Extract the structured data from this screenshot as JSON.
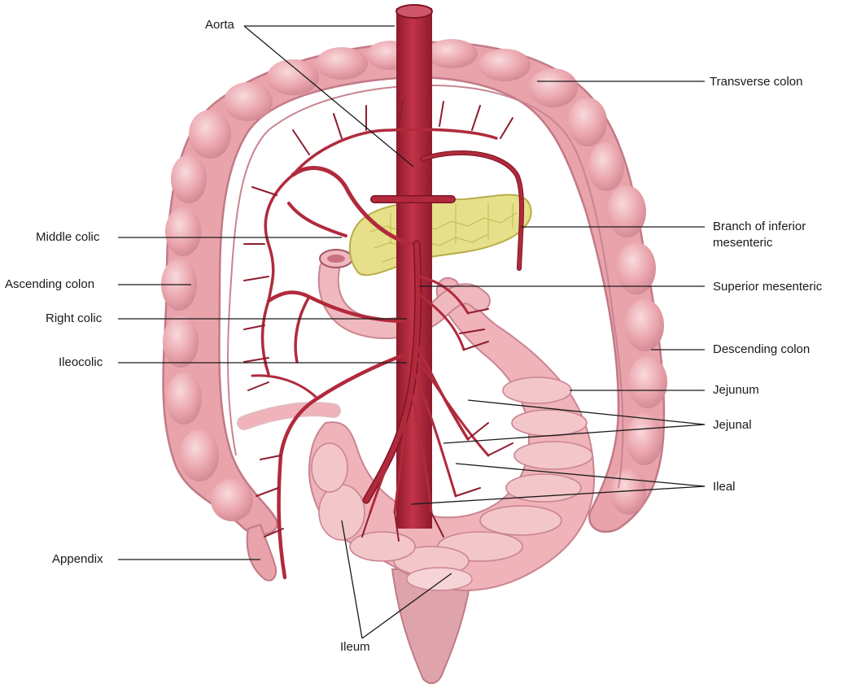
{
  "diagram": {
    "colors": {
      "colon": "#e9a3ab",
      "colon_shadow": "#c97c86",
      "colon_highlight": "#f6d3d6",
      "intestine": "#efb3b9",
      "artery": "#b12a3c",
      "artery_dark": "#7d1425",
      "pancreas": "#e6e08a",
      "pancreas_line": "#b9ad4a",
      "leader": "#1a1a1a"
    },
    "labels": {
      "aorta": "Aorta",
      "transverse_colon": "Transverse colon",
      "middle_colic": "Middle colic",
      "branch_inferior_line1": "Branch of inferior",
      "branch_inferior_line2": "mesenteric",
      "ascending_colon": "Ascending colon",
      "superior_mesenteric": "Superior mesenteric",
      "right_colic": "Right colic",
      "descending_colon": "Descending colon",
      "ileocolic": "Ileocolic",
      "jejunum": "Jejunum",
      "jejunal": "Jejunal",
      "ileal": "Ileal",
      "appendix": "Appendix",
      "ileum": "Ileum"
    }
  }
}
